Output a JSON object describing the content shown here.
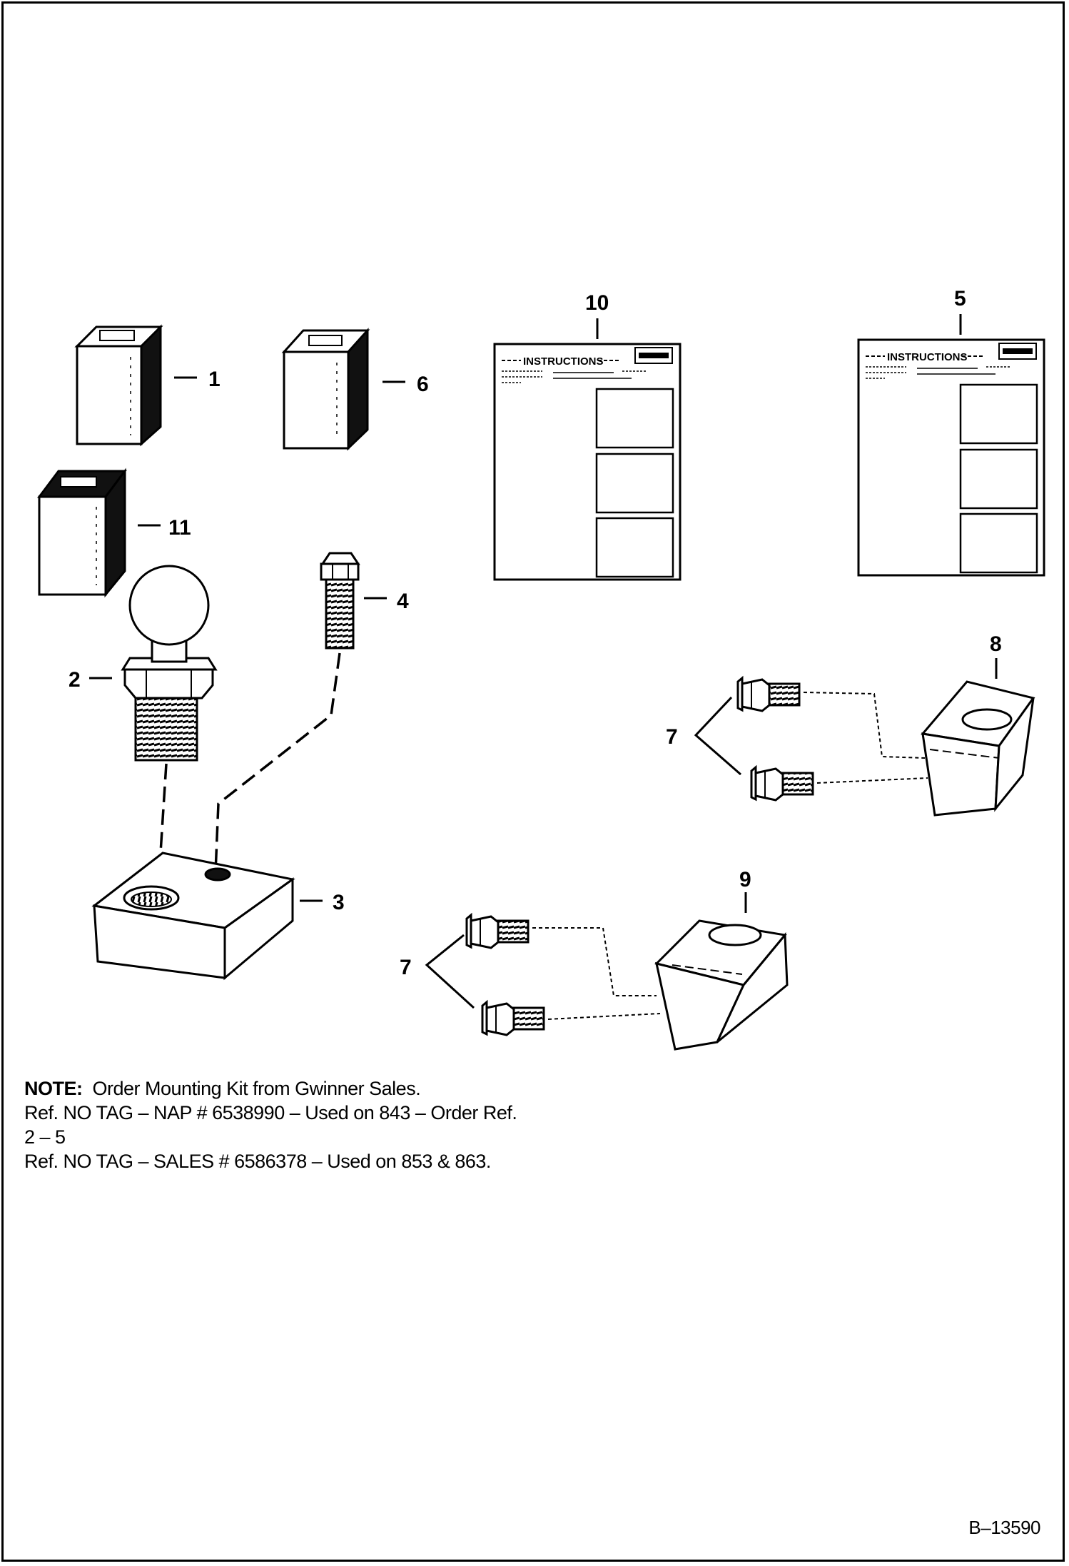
{
  "callouts": {
    "c1": "1",
    "c2": "2",
    "c3": "3",
    "c4": "4",
    "c5": "5",
    "c6": "6",
    "c7a": "7",
    "c7b": "7",
    "c8": "8",
    "c9": "9",
    "c10": "10",
    "c11": "11"
  },
  "instruction_sheet": {
    "title": "INSTRUCTIONS"
  },
  "notes": {
    "note_label": "NOTE:",
    "note_text": "Order Mounting Kit from Gwinner Sales.",
    "line2": "Ref. NO TAG – NAP # 6538990 – Used on 843 – Order Ref.",
    "line3": "2 – 5",
    "line4": "Ref. NO TAG – SALES # 6586378 – Used on 853 & 863."
  },
  "figure_id": "B–13590"
}
